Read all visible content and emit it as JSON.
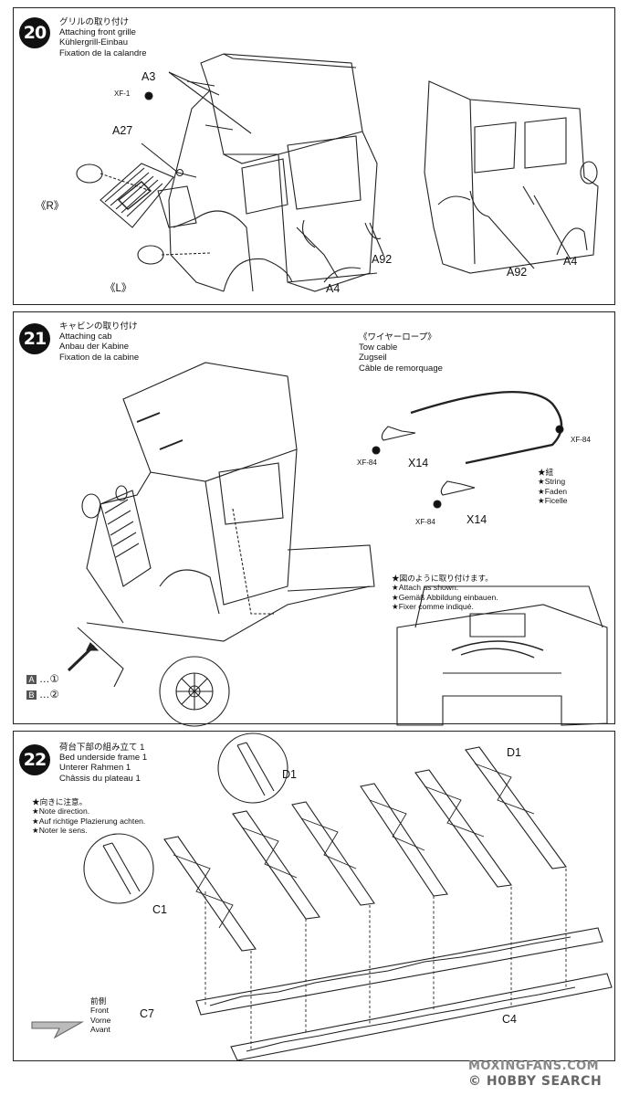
{
  "steps": [
    {
      "number": "20",
      "titles": [
        "グリルの取り付け",
        "Attaching front grille",
        "Kühlergrill-Einbau",
        "Fixation de la calandre"
      ],
      "labels": {
        "a3": "A3",
        "xf1": "XF-1",
        "a27": "A27",
        "r": "《R》",
        "l": "《L》",
        "a4_left": "A4",
        "a92_left": "A92",
        "a92_right": "A92",
        "a4_right": "A4"
      }
    },
    {
      "number": "21",
      "titles": [
        "キャビンの取り付け",
        "Attaching cab",
        "Anbau der Kabine",
        "Fixation de la cabine"
      ],
      "tow_cable": [
        "《ワイヤーロープ》",
        "Tow cable",
        "Zugseil",
        "Câble de remorquage"
      ],
      "labels": {
        "xf84_right": "XF-84",
        "xf84_left": "XF-84",
        "x14_top": "X14",
        "xf84_bottom": "XF-84",
        "x14_bottom": "X14"
      },
      "string_note": [
        "★紐",
        "★String",
        "★Faden",
        "★Ficelle"
      ],
      "attach_note": [
        "★図のように取り付けます。",
        "★Attach as shown.",
        "★Gemäß Abbildung einbauen.",
        "★Fixer comme indiqué."
      ],
      "legend": [
        {
          "box": "A",
          "text": "…①"
        },
        {
          "box": "B",
          "text": "…②"
        }
      ]
    },
    {
      "number": "22",
      "titles": [
        "荷台下部の組み立て 1",
        "Bed underside frame 1",
        "Unterer Rahmen 1",
        "Châssis du plateau 1"
      ],
      "direction_note": [
        "★向きに注意。",
        "★Note direction.",
        "★Auf richtige Plazierung achten.",
        "★Noter le sens."
      ],
      "labels": {
        "d1_left": "D1",
        "d1_right": "D1",
        "c1": "C1",
        "c7": "C7",
        "c4": "C4"
      },
      "front": [
        "前側",
        "Front",
        "Vorne",
        "Avant"
      ]
    }
  ],
  "watermark": {
    "line1": "MOXINGFANS.COM",
    "line2": "© H0BBY SEARCH"
  }
}
